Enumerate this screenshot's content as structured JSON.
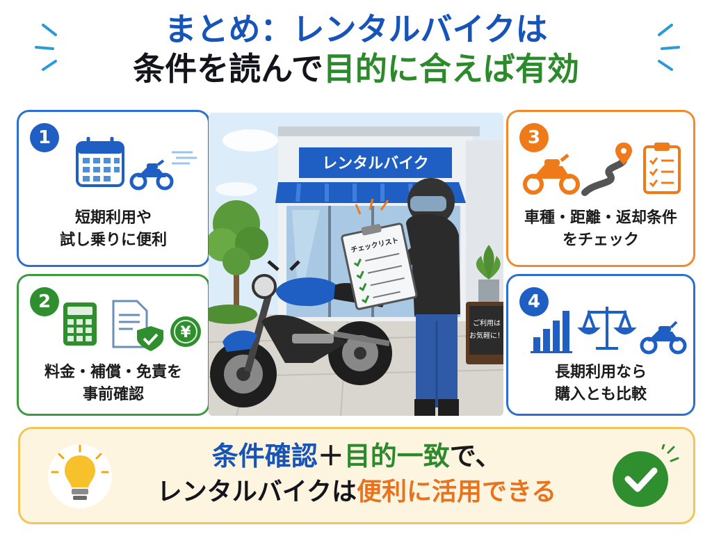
{
  "title": {
    "line1_blue": "まとめ：レンタルバイクは",
    "line2_black": "条件を読んで",
    "line2_green": "目的に合えば有効"
  },
  "cards": [
    {
      "num": "1",
      "text_l1": "短期利用や",
      "text_l2": "試し乗りに便利",
      "icons": [
        "calendar-icon",
        "motorcycle-icon"
      ]
    },
    {
      "num": "2",
      "text_l1": "料金・補償・免責を",
      "text_l2": "事前確認",
      "icons": [
        "calculator-icon",
        "document-shield-icon",
        "yen-coin-icon"
      ]
    },
    {
      "num": "3",
      "text_l1": "車種・距離・返却条件",
      "text_l2": "をチェック",
      "icons": [
        "motorcycle-icon",
        "road-pin-icon",
        "clipboard-checklist-icon"
      ]
    },
    {
      "num": "4",
      "text_l1": "長期利用なら",
      "text_l2": "購入とも比較",
      "icons": [
        "bar-chart-icon",
        "scale-icon",
        "motorcycle-icon"
      ]
    }
  ],
  "scene": {
    "shop_sign": "レンタルバイク",
    "checklist_title": "チェックリスト",
    "board_l1": "ご利用は",
    "board_l2": "お気軽に！"
  },
  "banner": {
    "l1_a": "条件確認",
    "l1_plus": "＋",
    "l1_b": "目的一致",
    "l1_c": "で、",
    "l2_a": "レンタルバイクは",
    "l2_b": "便利に活用できる",
    "icons": [
      "lightbulb-icon",
      "check-circle-icon"
    ]
  },
  "colors": {
    "blue": "#1754b8",
    "green": "#2c8a2c",
    "orange": "#e8731e",
    "banner_bg": "#fdf5df"
  }
}
